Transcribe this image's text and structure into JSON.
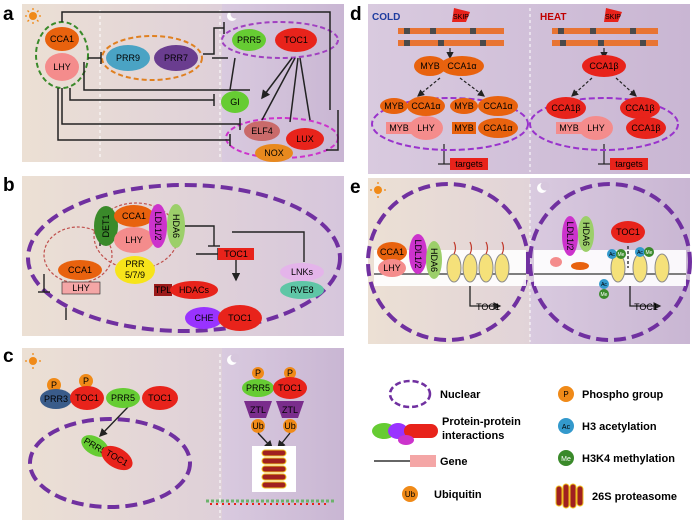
{
  "panels": {
    "a": {
      "letter": "a",
      "ovals": {
        "cca1": "CCA1",
        "lhy": "LHY",
        "prr9": "PRR9",
        "prr7": "PRR7",
        "prr5": "PRR5",
        "toc1": "TOC1",
        "gi": "GI",
        "elf4": "ELF4",
        "lux": "LUX",
        "nox": "NOX"
      }
    },
    "b": {
      "letter": "b",
      "ovals": {
        "cca1": "CCA1",
        "lhy": "LHY",
        "det1": "DET1",
        "ldl12": "LDL1/2",
        "hda6": "HDA6",
        "cca1_low": "CCA1",
        "lhy_low": "LHY",
        "prr_a": "PRR",
        "prr_b": "5/7/9",
        "tpl": "TPL",
        "hdacs": "HDACs",
        "toc1_gene": "TOC1",
        "che": "CHE",
        "toc1": "TOC1",
        "lnks": "LNKs",
        "rve8": "RVE8"
      }
    },
    "c": {
      "letter": "c",
      "ovals": {
        "p1": "P",
        "p2": "P",
        "prr3": "PRR3",
        "toc1_a": "TOC1",
        "prr5_a": "PRR5",
        "toc1_b": "TOC1",
        "prr5_n": "PRR5",
        "toc1_n": "TOC1",
        "p3": "P",
        "p4": "P",
        "prr5_r": "PRR5",
        "toc1_r": "TOC1",
        "ztl1": "ZTL",
        "ztl2": "ZTL",
        "ub1": "Ub",
        "ub2": "Ub"
      }
    },
    "d": {
      "letter": "d",
      "cold": "COLD",
      "heat": "HEAT",
      "skip1": "SKIP",
      "skip2": "SKIP",
      "ovals": {
        "myb_top": "MYB",
        "cca1a_top": "CCA1α",
        "cca1b_top": "CCA1β",
        "myb1": "MYB",
        "cca1a_1": "CCA1α",
        "myb2": "MYB",
        "cca1a_2": "CCA1α",
        "myb3": "MYB",
        "lhy3": "LHY",
        "myb4": "MYB",
        "cca1a_4": "CCA1α",
        "cca1b_1": "CCA1β",
        "cca1b_2": "CCA1β",
        "myb5": "MYB",
        "lhy5": "LHY",
        "cca1b_3": "CCA1β",
        "targets1": "targets",
        "targets2": "targets"
      }
    },
    "e": {
      "letter": "e",
      "ovals": {
        "cca1": "CCA1",
        "lhy": "LHY",
        "ldl12_l": "LDL1/2",
        "hda6_l": "HDA6",
        "toc1_gene_l": "TOC1",
        "ldl12_r": "LDL1/2",
        "hda6_r": "HDA6",
        "toc1_r": "TOC1",
        "ac1": "Ac",
        "me1": "Me",
        "ac2": "Ac",
        "me2": "Me",
        "ac3": "Ac",
        "me3": "Me",
        "toc1_gene_r": "TOC1"
      }
    }
  },
  "legend": {
    "nuclear": "Nuclear",
    "ppi1": "Protein-protein",
    "ppi2": "interactions",
    "gene": "Gene",
    "ubiquitin": "Ubiquitin",
    "phospho": "Phospho group",
    "h3ac": "H3 acetylation",
    "h3k4": "H3K4 methylation",
    "proteasome": "26S proteasome",
    "p": "P",
    "ac": "Ac",
    "me": "Me",
    "ub": "Ub"
  },
  "colors": {
    "panel_bg": "#dcd0e0",
    "purple_dash": "#7030a0",
    "green_dash": "#3a8a2a",
    "orange_dash": "#e08020",
    "red_dash": "#c0504d",
    "toc1_red": "#e8231b",
    "orange": "#e8620e",
    "pink": "#f48c8c",
    "green": "#66cc33",
    "magenta": "#cc33cc",
    "gene_box": "#f4a6a6"
  }
}
